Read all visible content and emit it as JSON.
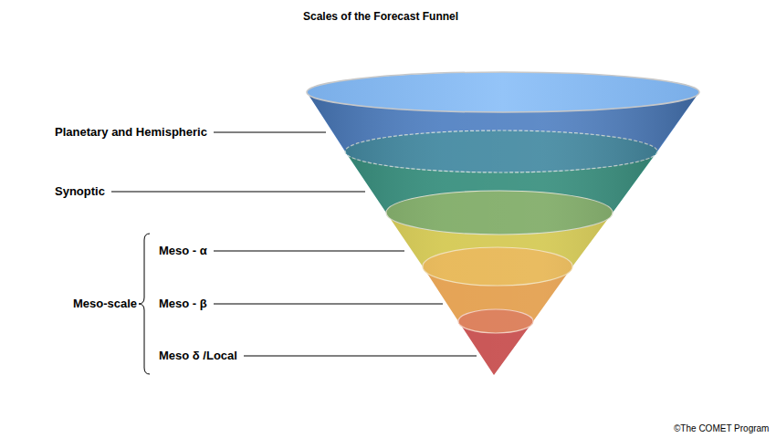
{
  "diagram": {
    "title": "Scales of the Forecast Funnel",
    "labels": [
      "Planetary and Hemispheric",
      "Synoptic",
      "Meso - α",
      "Meso - β",
      "Meso δ /Local",
      "Meso-scale",
      "©The COMET Program"
    ]
  }
}
